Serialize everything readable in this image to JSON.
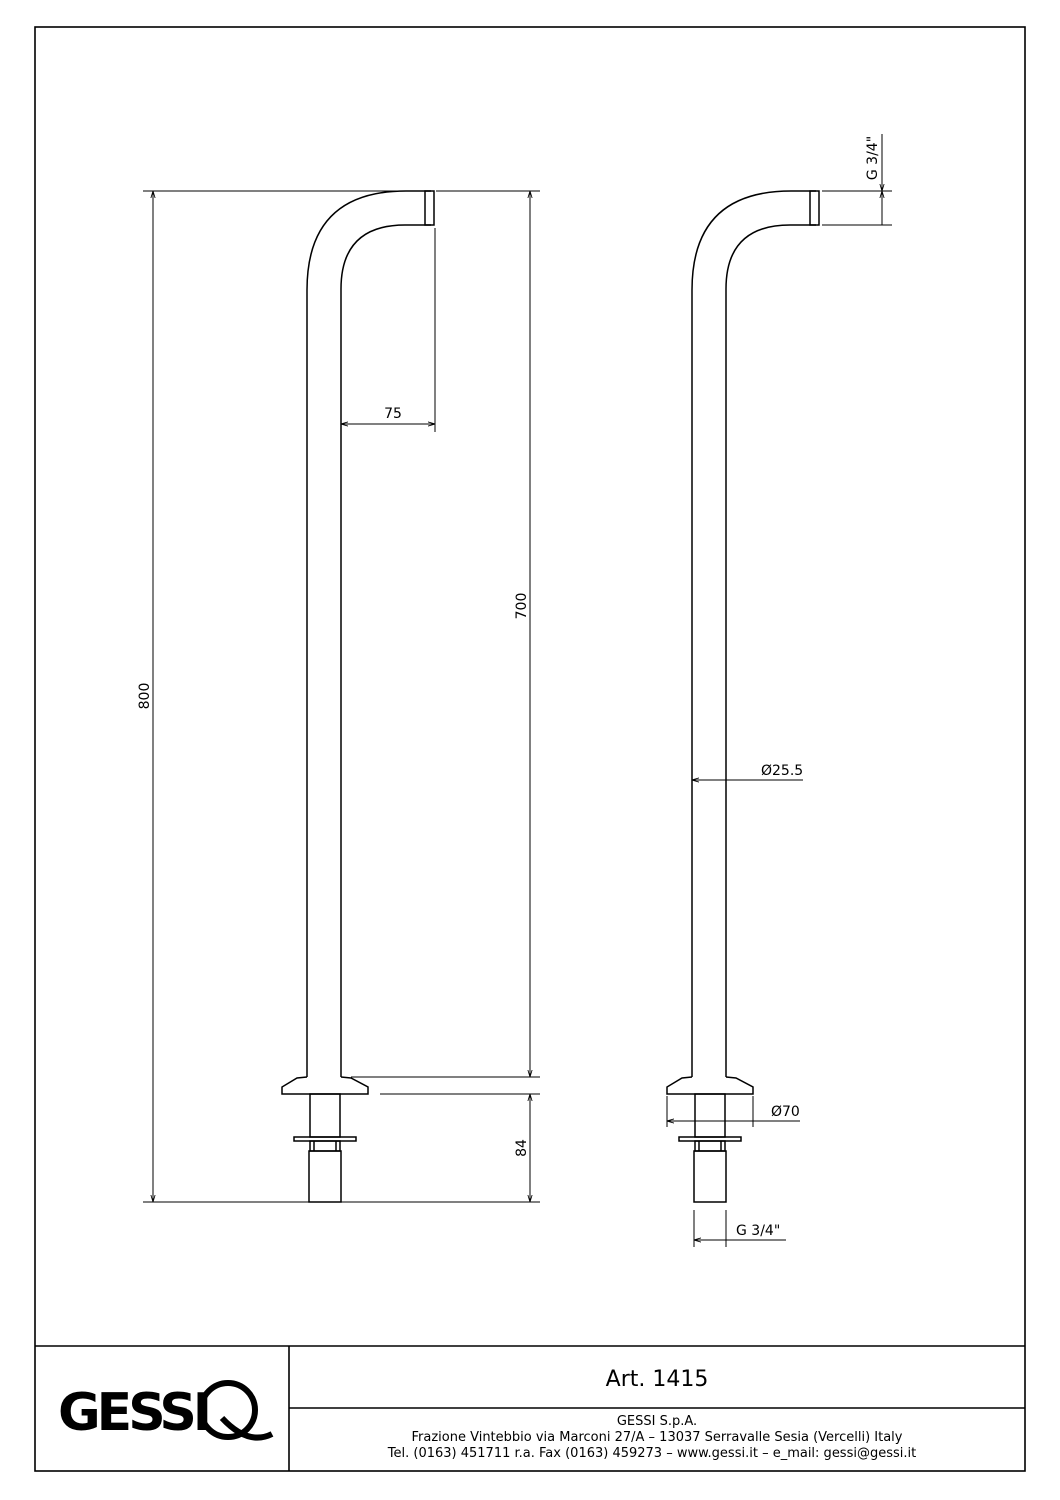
{
  "dimensions": {
    "overall_height": "800",
    "body_height": "700",
    "spout_reach": "75",
    "thread_length": "84",
    "pipe_diameter": "Ø25.5",
    "flange_diameter": "Ø70",
    "outlet_thread": "G 3/4\"",
    "inlet_thread": "G 3/4\""
  },
  "title_block": {
    "logo": "GESSI",
    "article": "Art.  1415",
    "company": "GESSI  S.p.A.",
    "address": "Frazione  Vintebbio  via  Marconi  27/A  –  13037  Serravalle  Sesia  (Vercelli)  Italy",
    "contacts": "Tel.  (0163)  451711  r.a.  Fax  (0163)  459273  –  www.gessi.it  –  e_mail:  gessi@gessi.it"
  }
}
